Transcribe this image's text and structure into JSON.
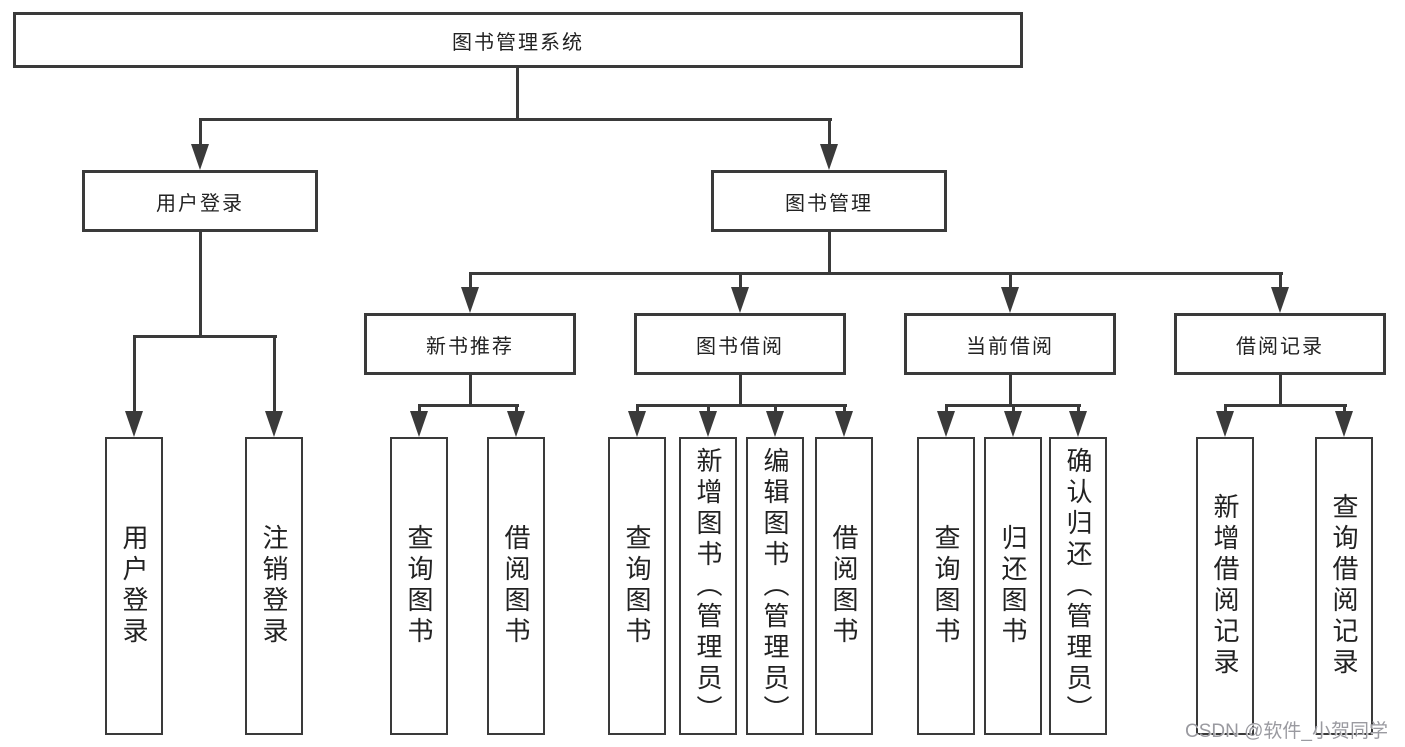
{
  "diagram_title": "图书管理系统",
  "watermark": "CSDN @软件_小贺同学",
  "colors": {
    "line": "#3a3a3a",
    "text": "#222222",
    "background": "#ffffff",
    "watermark": "#9a9aa0"
  },
  "nodes": {
    "root": {
      "label": "图书管理系统"
    },
    "user_login": {
      "label": "用户登录"
    },
    "book_management": {
      "label": "图书管理"
    },
    "new_book_recommend": {
      "label": "新书推荐"
    },
    "book_borrow": {
      "label": "图书借阅"
    },
    "current_borrow": {
      "label": "当前借阅"
    },
    "borrow_record": {
      "label": "借阅记录"
    },
    "leaf_user_login": {
      "label": "用户登录"
    },
    "leaf_logout": {
      "label": "注销登录"
    },
    "leaf_rec_query_book": {
      "label": "查询图书"
    },
    "leaf_rec_borrow_book": {
      "label": "借阅图书"
    },
    "leaf_bb_query_book": {
      "label": "查询图书"
    },
    "leaf_bb_add_book": {
      "label": "新增图书（管理员）"
    },
    "leaf_bb_edit_book": {
      "label": "编辑图书（管理员）"
    },
    "leaf_bb_borrow_book": {
      "label": "借阅图书"
    },
    "leaf_cb_query_book": {
      "label": "查询图书"
    },
    "leaf_cb_return_book": {
      "label": "归还图书"
    },
    "leaf_cb_confirm_return": {
      "label": "确认归还（管理员）"
    },
    "leaf_br_add_record": {
      "label": "新增借阅记录"
    },
    "leaf_br_query_record": {
      "label": "查询借阅记录"
    }
  },
  "hierarchy": {
    "图书管理系统": [
      "用户登录",
      "图书管理"
    ],
    "用户登录": [
      "用户登录",
      "注销登录"
    ],
    "图书管理": [
      "新书推荐",
      "图书借阅",
      "当前借阅",
      "借阅记录"
    ],
    "新书推荐": [
      "查询图书",
      "借阅图书"
    ],
    "图书借阅": [
      "查询图书",
      "新增图书（管理员）",
      "编辑图书（管理员）",
      "借阅图书"
    ],
    "当前借阅": [
      "查询图书",
      "归还图书",
      "确认归还（管理员）"
    ],
    "借阅记录": [
      "新增借阅记录",
      "查询借阅记录"
    ]
  }
}
